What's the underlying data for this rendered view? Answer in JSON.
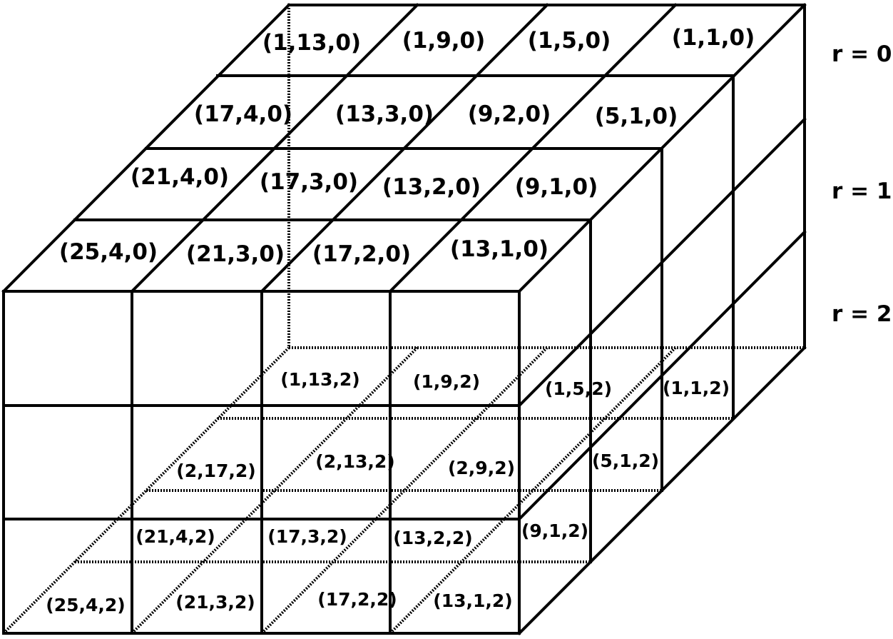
{
  "top_face": {
    "rows": [
      [
        "(1,13,0)",
        "(1,9,0)",
        "(1,5,0)",
        "(1,1,0)"
      ],
      [
        "(17,4,0)",
        "(13,3,0)",
        "(9,2,0)",
        "(5,1,0)"
      ],
      [
        "(21,4,0)",
        "(17,3,0)",
        "(13,2,0)",
        "(9,1,0)"
      ],
      [
        "(25,4,0)",
        "(21,3,0)",
        "(17,2,0)",
        "(13,1,0)"
      ]
    ]
  },
  "inner_labels": [
    "(1,13,2)",
    "(1,9,2)",
    "(1,5,2)",
    "(1,1,2)",
    "(2,17,2)",
    "(2,13,2)",
    "(2,9,2)",
    "(5,1,2)",
    "(21,4,2)",
    "(17,3,2)",
    "(13,2,2)",
    "(9,1,2)",
    "(25,4,2)",
    "(21,3,2)",
    "(17,2,2)",
    "(13,1,2)"
  ],
  "layer_labels": [
    "r = 0",
    "r = 1",
    "r = 2"
  ]
}
